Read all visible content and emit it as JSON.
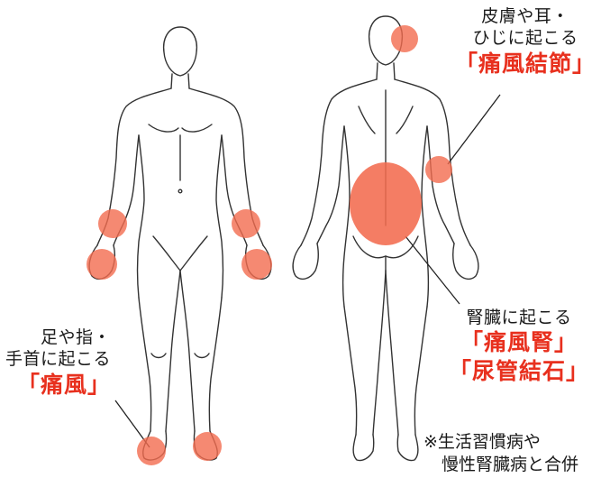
{
  "colors": {
    "highlight": "#f26b4f",
    "accent_text": "#e8301e",
    "outline": "#333333"
  },
  "labels": {
    "tophi": {
      "lines": [
        "皮膚や耳・",
        "ひじに起こる"
      ],
      "disease": "「痛風結節」"
    },
    "kidney": {
      "lines": [
        "腎臓に起こる"
      ],
      "diseases": [
        "「痛風腎」",
        "「尿管結石」"
      ]
    },
    "gout": {
      "lines": [
        "足や指・",
        "手首に起こる"
      ],
      "disease": "「痛風」"
    }
  },
  "note": {
    "lines": [
      "※生活習慣病や",
      "慢性腎臓病と合併"
    ]
  }
}
